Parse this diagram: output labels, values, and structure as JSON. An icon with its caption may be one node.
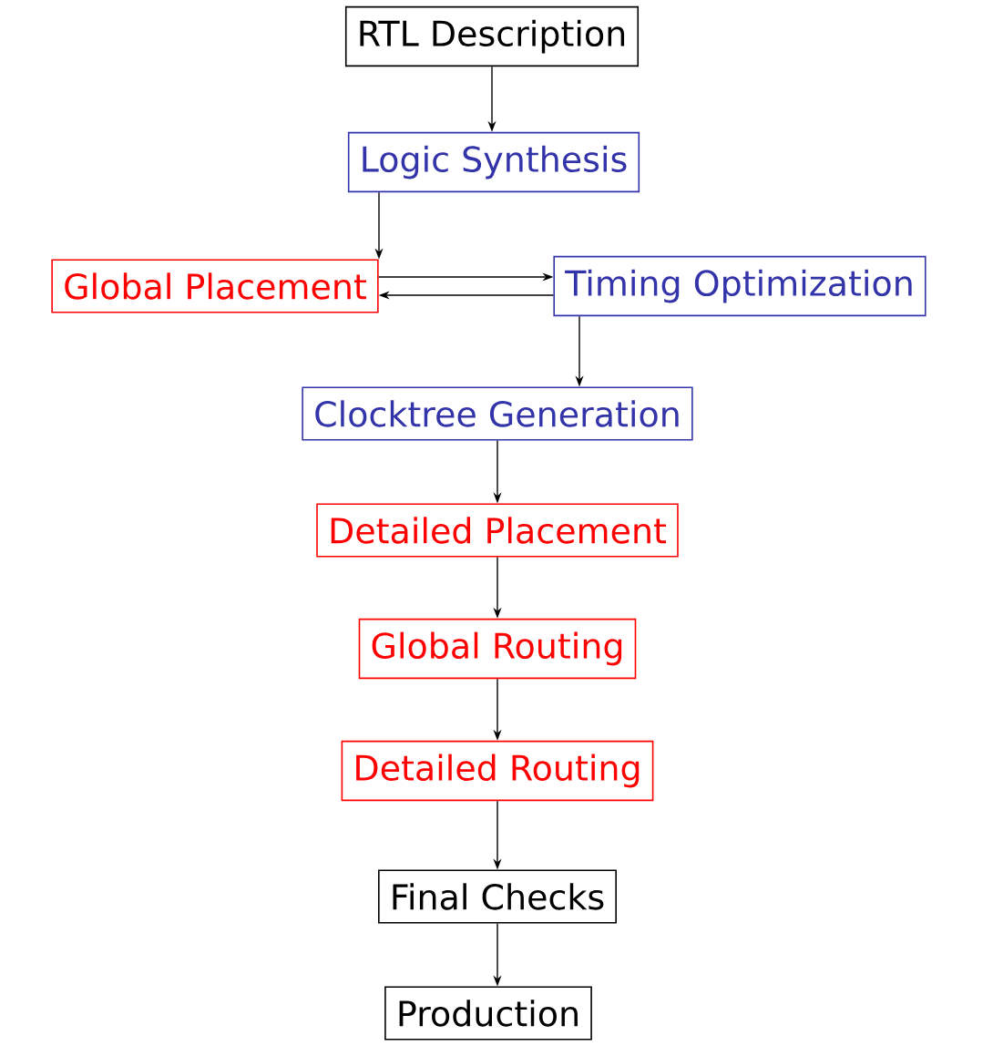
{
  "diagram": {
    "nodes": [
      {
        "text": [
          "RTL Description"
        ]
      },
      {
        "text": [
          "Logic Synthesis"
        ]
      },
      {
        "text": [
          "Global Placement"
        ]
      },
      {
        "text": [
          "Timing Optimization"
        ]
      },
      {
        "text": [
          "Clocktree Generation"
        ]
      },
      {
        "text": [
          "Detailed Placement"
        ]
      },
      {
        "text": [
          "Global Routing"
        ]
      },
      {
        "text": [
          "Detailed Routing"
        ]
      },
      {
        "text": [
          "Final Checks"
        ]
      },
      {
        "text": [
          "Production"
        ]
      }
    ],
    "edges": [
      {
        "from": 0,
        "to": 1,
        "arrow": "to"
      },
      {
        "from": 1,
        "to": 2,
        "arrow": "to"
      },
      {
        "from": 2,
        "to": 3,
        "arrow": "to"
      },
      {
        "from": 3,
        "to": 2,
        "arrow": "to"
      },
      {
        "from": 3,
        "to": 4,
        "arrow": "to"
      },
      {
        "from": 4,
        "to": 5,
        "arrow": "to"
      },
      {
        "from": 5,
        "to": 6,
        "arrow": "to"
      },
      {
        "from": 6,
        "to": 7,
        "arrow": "to"
      },
      {
        "from": 7,
        "to": 8,
        "arrow": "to"
      },
      {
        "from": 8,
        "to": 9,
        "arrow": "to"
      }
    ]
  }
}
